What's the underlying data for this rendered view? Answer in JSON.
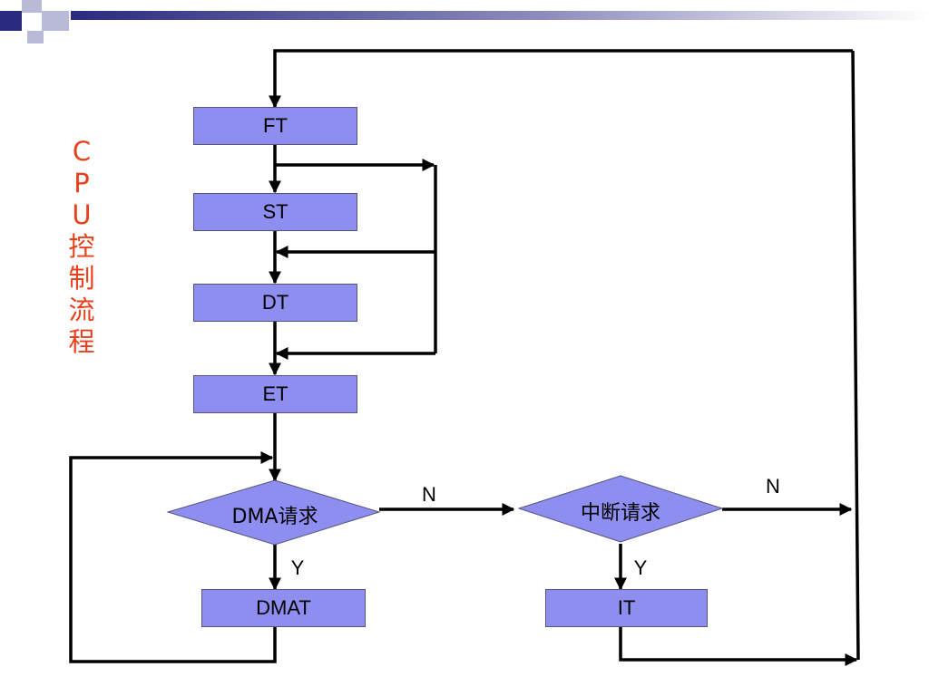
{
  "title": {
    "chars": [
      "C",
      "P",
      "U",
      "控",
      "制",
      "流",
      "程"
    ]
  },
  "nodes": {
    "ft": "FT",
    "st": "ST",
    "dt": "DT",
    "et": "ET",
    "dma_request": "DMA请求",
    "interrupt_request": "中断请求",
    "dmat": "DMAT",
    "it": "IT"
  },
  "edge_labels": {
    "dma_no": "N",
    "dma_yes": "Y",
    "int_no": "N",
    "int_yes": "Y"
  },
  "colors": {
    "box_fill": "#8e8ef0",
    "title_color": "#e8401c",
    "line": "#000000"
  }
}
